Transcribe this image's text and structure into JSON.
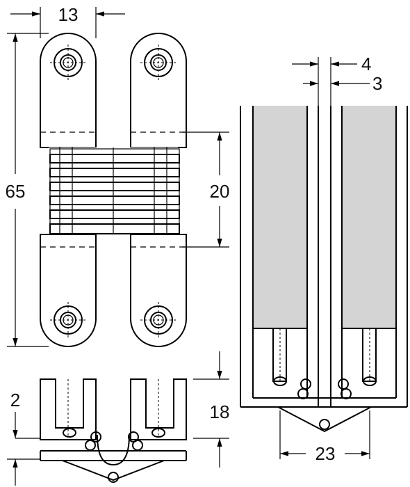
{
  "dimensions": {
    "width_13": "13",
    "height_65": "65",
    "height_20": "20",
    "offset_2": "2",
    "depth_18": "18",
    "gap_4": "4",
    "gap_3": "3",
    "width_23": "23"
  },
  "colors": {
    "line": "#000000",
    "wood_fill": "#d4d4d4",
    "background": "#ffffff"
  }
}
